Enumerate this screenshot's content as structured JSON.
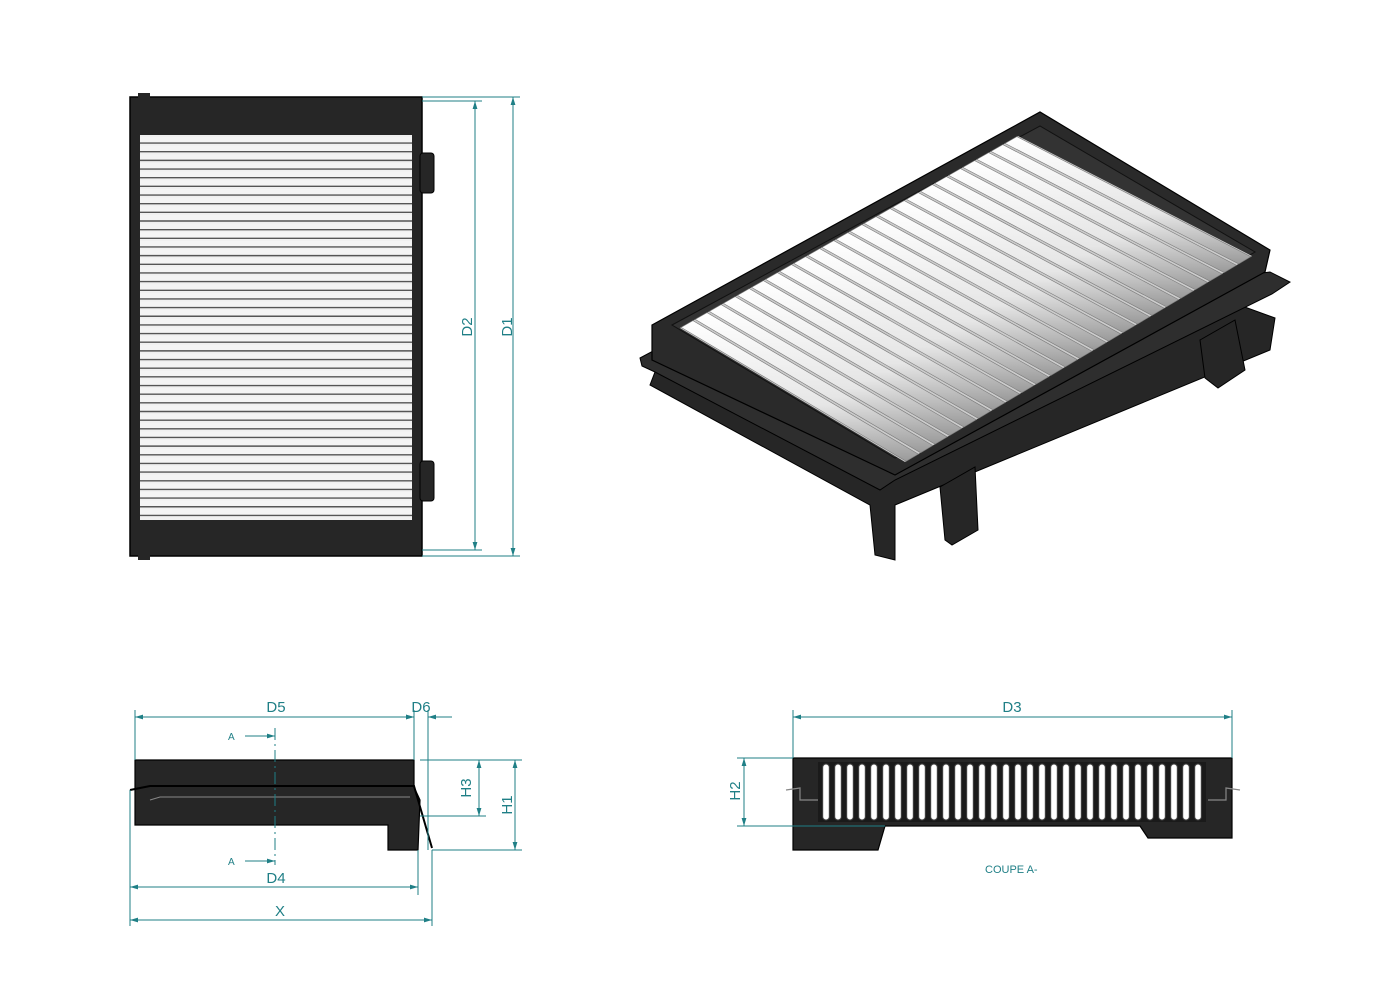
{
  "colors": {
    "dimension": "#1f7f86",
    "body": "#262626",
    "pleat": "#e4e4e4",
    "pleat_shadow": "#8a8a8a",
    "outline": "#000000"
  },
  "labels": {
    "d1": "D1",
    "d2": "D2",
    "d3": "D3",
    "d4": "D4",
    "d5": "D5",
    "d6": "D6",
    "h1": "H1",
    "h2": "H2",
    "h3": "H3",
    "x": "X",
    "section_mark_top": "A",
    "section_mark_bottom": "A",
    "section_title": "COUPE A-"
  },
  "filter": {
    "top_view_pleat_count": 44,
    "iso_pleat_count": 24,
    "section_pleat_count": 32
  }
}
